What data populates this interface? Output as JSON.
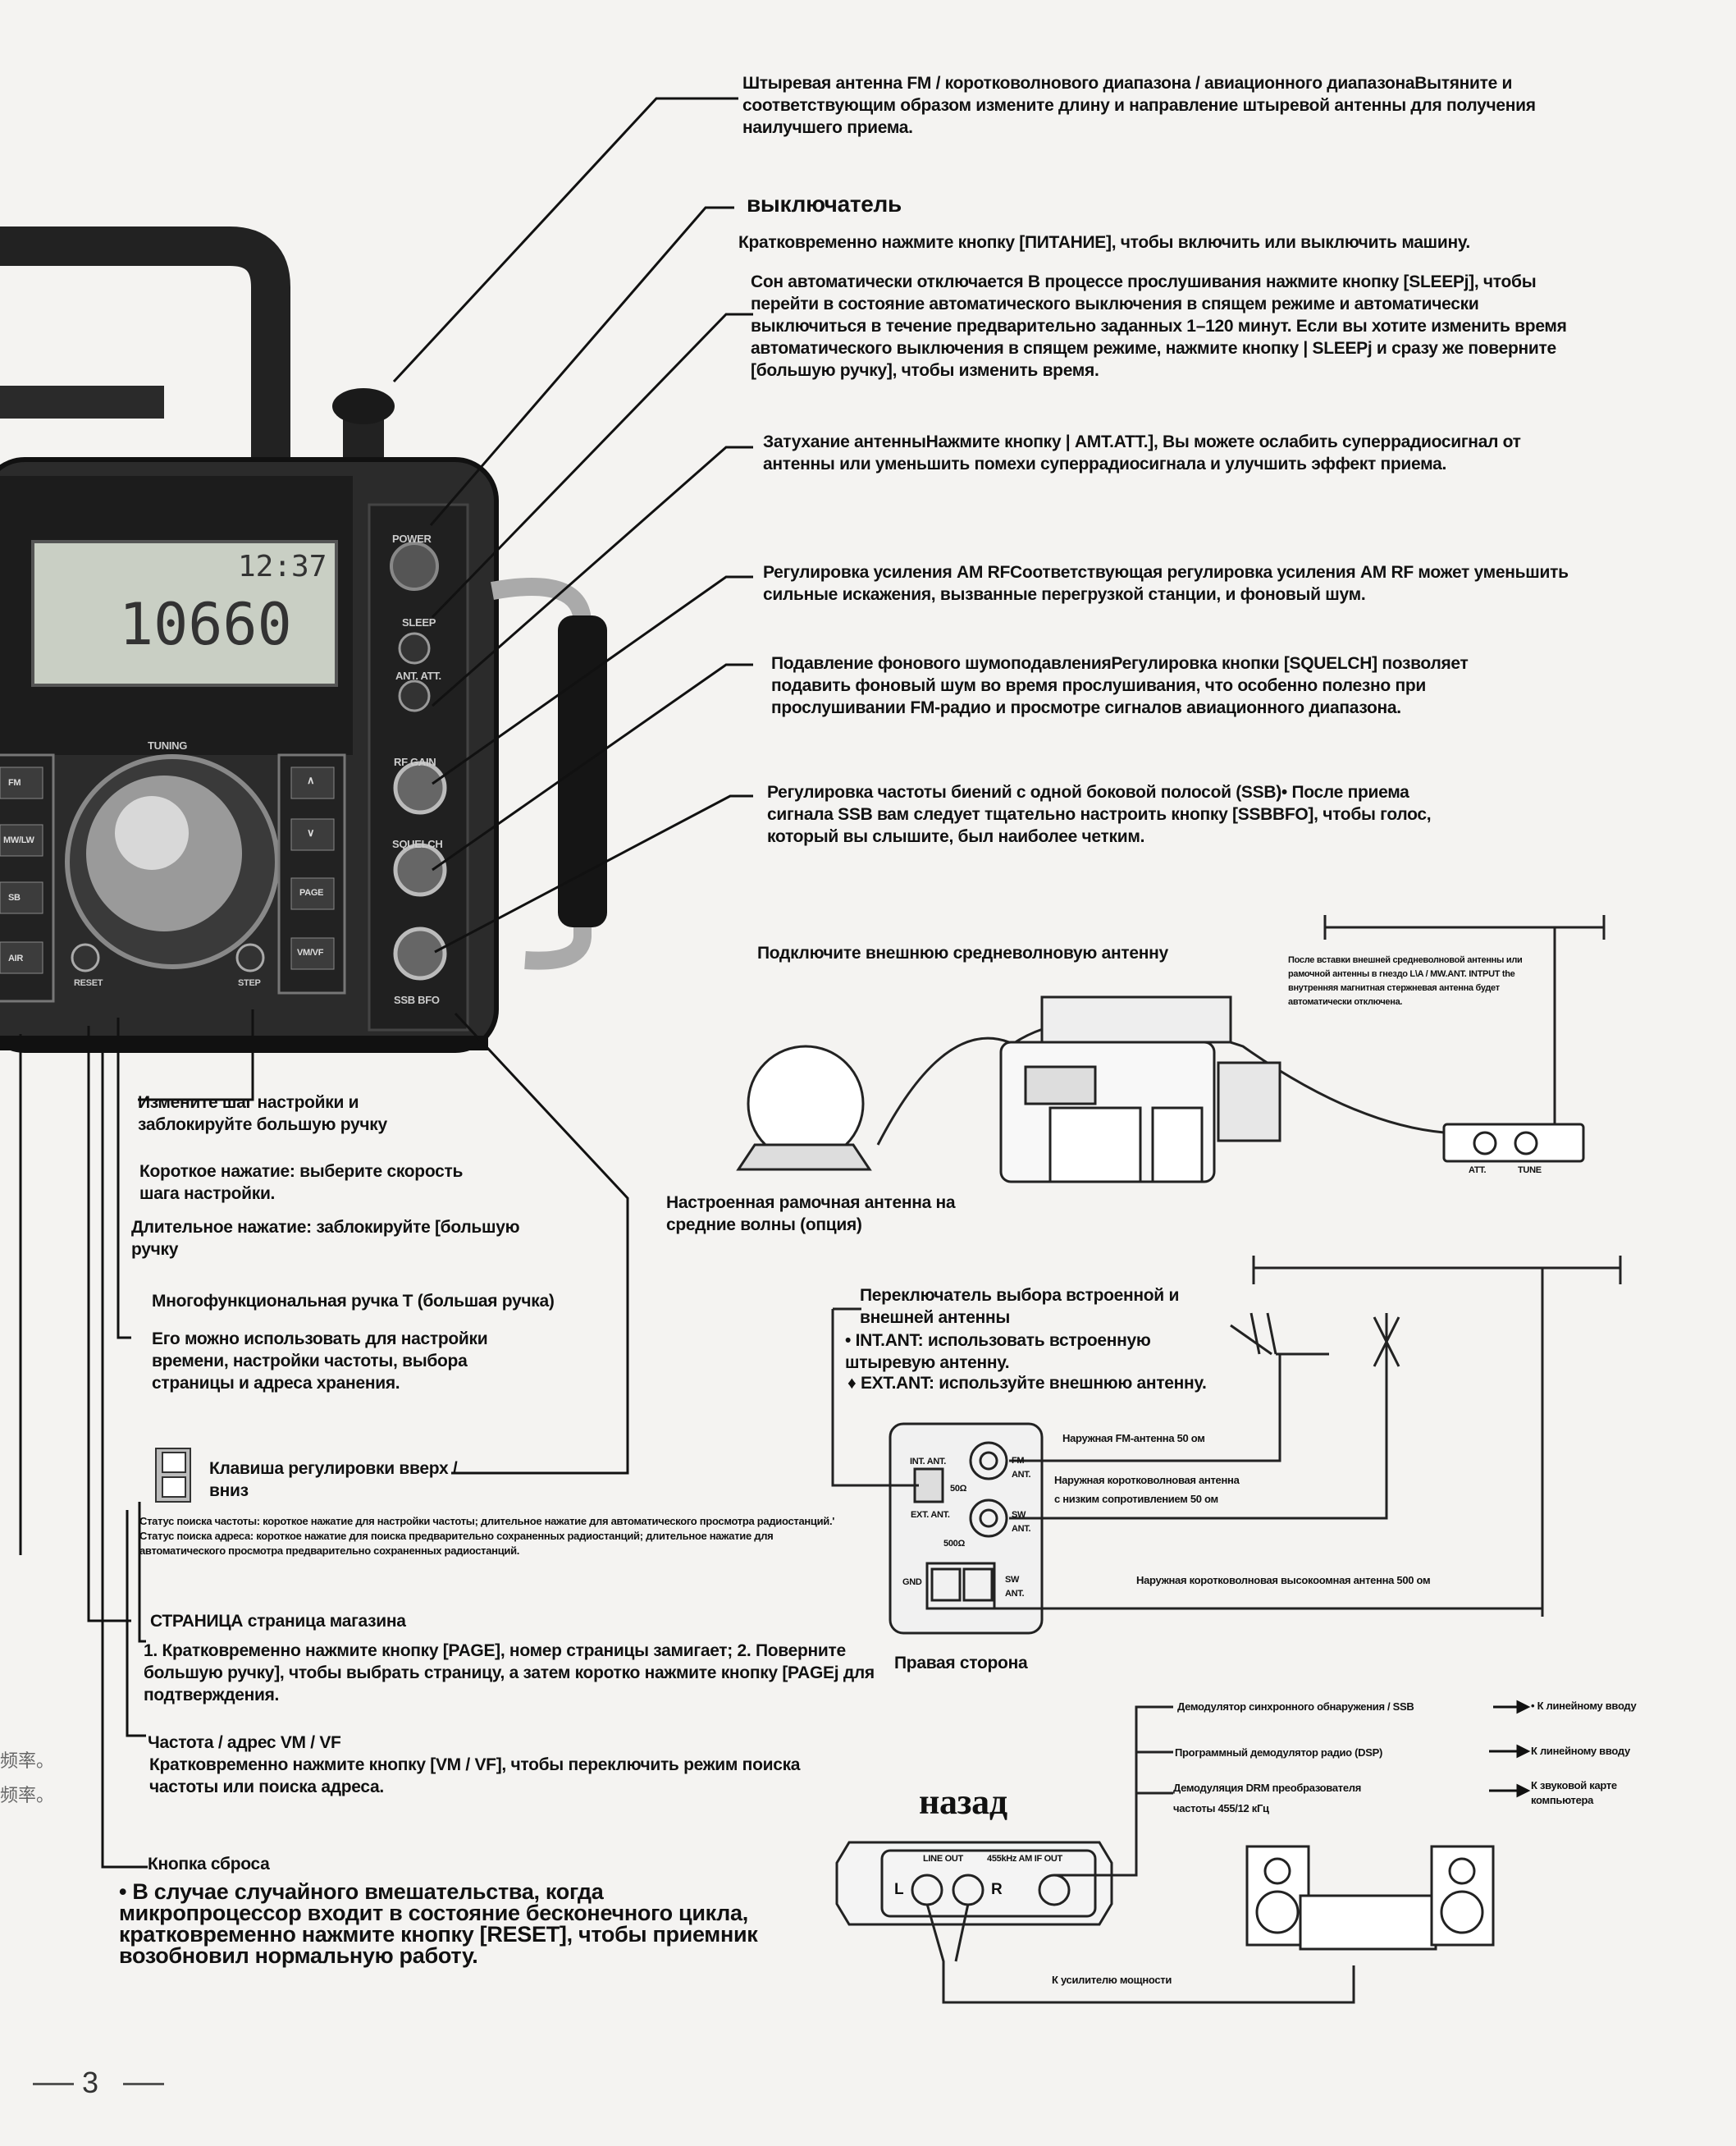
{
  "callouts": {
    "whip_antenna": "Штыревая антенна FM / коротковолнового диапазона / авиационного диапазонаВытяните и соответствующим образом измените длину и направление штыревой антенны для получения наилучшего приема.",
    "power_title": "выключатель",
    "power_text": "Кратковременно нажмите кнопку [ПИТАНИЕ], чтобы включить или выключить машину.",
    "sleep_text": "Сон автоматически отключается В процессе прослушивания нажмите кнопку [SLEEPj], чтобы перейти в состояние автоматического выключения в спящем режиме и автоматически выключиться в течение предварительно заданных 1–120 минут. Если вы хотите изменить время автоматического выключения в спящем режиме, нажмите кнопку | SLEEPj и сразу же поверните [большую ручку], чтобы изменить время.",
    "att_text": "Затухание антенныНажмите кнопку | AMT.ATT.], Вы можете ослабить суперрадиосигнал от антенны или уменьшить помехи суперрадиосигнала и улучшить эффект приема.",
    "rfgain_text": "Регулировка усиления AM RFСоответствующая регулировка усиления AM RF может уменьшить сильные искажения, вызванные перегрузкой станции, и фоновый шум.",
    "squelch_text": "Подавление фонового шумоподавленияРегулировка кнопки [SQUELCH] позволяет подавить фоновый шум во время прослушивания, что особенно полезно при прослушивании FM-радио и просмотре сигналов авиационного диапазона.",
    "ssb_text": "Регулировка частоты биений с одной боковой полосой (SSB)• После приема сигнала SSB вам следует тщательно настроить кнопку [SSBBFO], чтобы голос, который вы слышите, был наиболее четким.",
    "ext_mw_title": "Подключите внешнюю средневолновую антенну",
    "ext_mw_note": "После вставки внешней средневолновой антенны или рамочной антенны в гнездо L\\A / MW.ANT. INTPUT the внутренняя магнитная стержневая антенна будет автоматически отключена.",
    "loop_caption": "Настроенная рамочная антенна на средние волны (опция)",
    "step_title": "Измените шаг настройки и заблокируйте большую ручку",
    "step_short": "Короткое нажатие: выберите скорость шага настройки.",
    "step_long": "Длительное нажатие: заблокируйте [большую ручку",
    "knob_title": "Многофункциональная ручка T (большая ручка)",
    "knob_text": "Его можно использовать для настройки времени, настройки частоты, выбора страницы и адреса хранения.",
    "updown_title": "Клавиша регулировки вверх / вниз",
    "updown_text": "Статус поиска частоты: короткое нажатие для настройки частоты; длительное нажатие для автоматического просмотра радиостанций.' Статус поиска адреса: короткое нажатие для поиска предварительно сохраненных радиостанций; длительное нажатие для автоматического просмотра предварительно сохраненных радиостанций.",
    "page_title": "СТРАНИЦА страница магазина",
    "page_text": "1. Кратковременно нажмите кнопку [PAGE], номер страницы замигает; 2. Поверните большую ручку], чтобы выбрать страницу, а затем коротко нажмите кнопку [PAGEj для подтверждения.",
    "vmvf_title": "Частота / адрес VM / VF",
    "vmvf_text": "Кратковременно нажмите кнопку [VM / VF], чтобы переключить режим поиска частоты или поиска адреса.",
    "reset_title": "Кнопка сброса",
    "reset_text": "• В случае случайного вмешательства, когда микропроцессор входит в состояние бесконечного цикла, кратковременно нажмите кнопку [RESET], чтобы приемник возобновил нормальную работу.",
    "antsel_title": "Переключатель выбора встроенной и внешней антенны",
    "antsel_int": "• INT.ANT: использовать встроенную штыревую антенну.",
    "antsel_ext": "♦ EXT.ANT: используйте внешнюю антенну.",
    "fm50": "Наружная FM-антенна 50 ом",
    "sw50_a": "Наружная коротковолновая антенна",
    "sw50_b": "с низким сопротивлением 50 ом",
    "sw500": "Наружная коротковолновая высокоомная антенна 500 ом",
    "right_side": "Правая сторона",
    "back_title": "назад",
    "demod_sync": "Демодулятор синхронного обнаружения / SSB",
    "demod_dsp": "Программный демодулятор радио (DSP)",
    "demod_drm_a": "Демодуляция DRM преобразователя",
    "demod_drm_b": "частоты 455/12 кГц",
    "to_line_1": "• К линейному вводу",
    "to_line_2": "К линейному вводу",
    "to_soundcard": "К звуковой карте компьютера",
    "to_amp": "К усилителю мощности"
  },
  "radio": {
    "power": "POWER",
    "sleep": "SLEEP",
    "antatt": "ANT. ATT.",
    "rfgain": "RF GAIN",
    "squelch": "SQUELCH",
    "ssbbfo": "SSB BFO",
    "tuning": "TUNING",
    "lcd_freq": "10660",
    "lcd_time": "12:37",
    "btn_fm": "FM",
    "btn_mwlw": "MW/LW",
    "btn_sb": "SB",
    "btn_air": "AIR",
    "btn_up": "∧",
    "btn_down": "∨",
    "btn_page": "PAGE",
    "btn_vmvf": "VM/VF",
    "reset": "RESET",
    "step": "STEP"
  },
  "panel": {
    "int_ant": "INT. ANT.",
    "ext_ant": "EXT. ANT.",
    "fm_ant": "FM ANT.",
    "sw_ant": "SW ANT.",
    "ohm50": "50Ω",
    "ohm500": "500Ω",
    "gnd": "GND",
    "sw_ant2": "SW ANT.",
    "line_out": "LINE OUT",
    "if_out": "455kHz AM IF OUT",
    "l": "L",
    "r": "R",
    "att": "ATT.",
    "tune": "TUNE"
  },
  "edge_cn_1": "频率。",
  "edge_cn_2": "频率。",
  "page_number": "3"
}
